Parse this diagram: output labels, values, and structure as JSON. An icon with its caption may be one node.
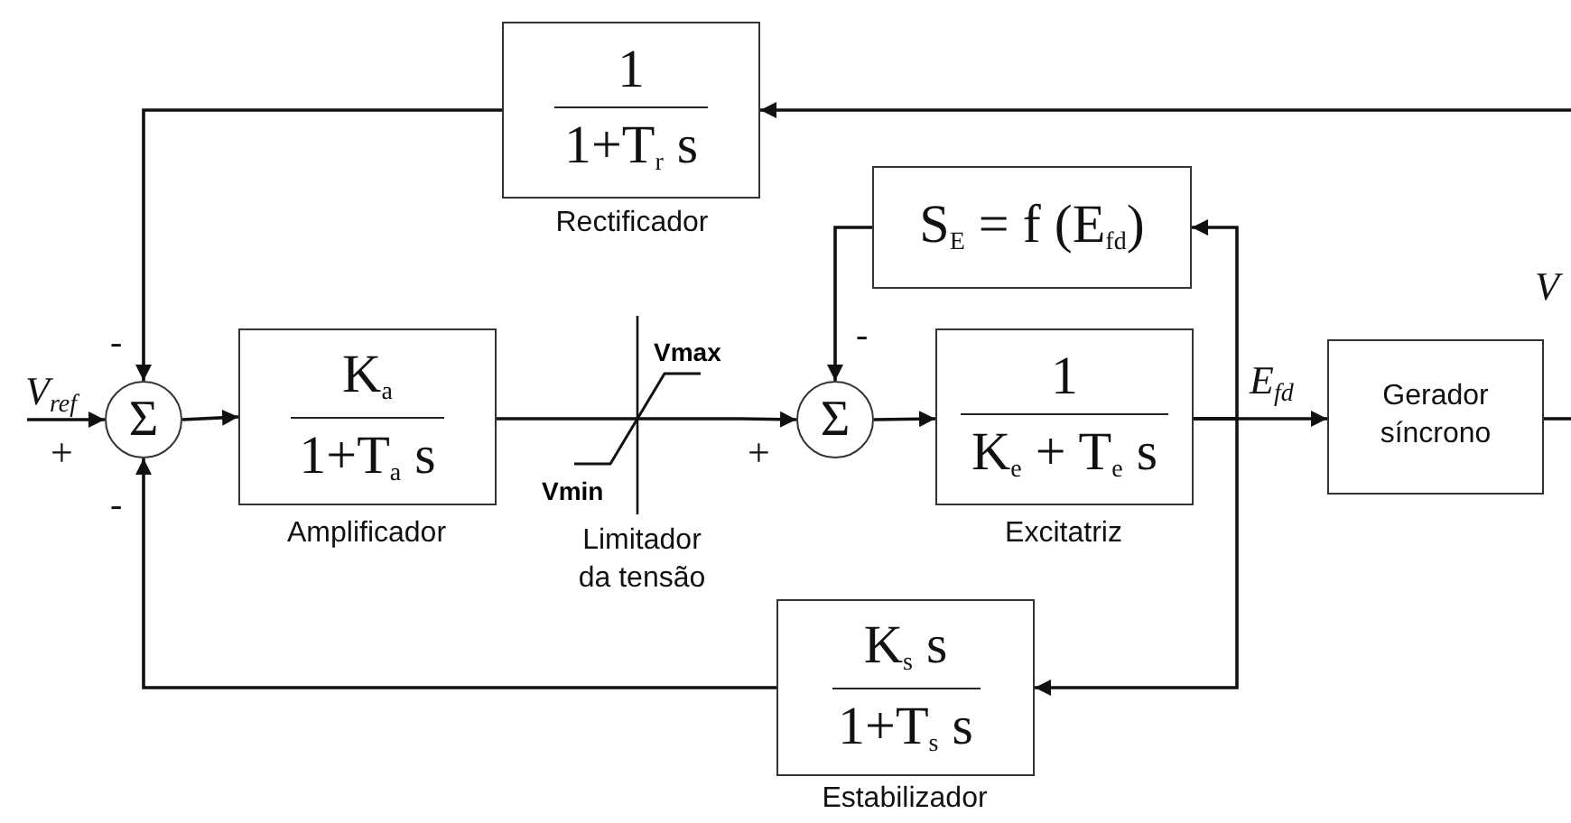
{
  "diagram": {
    "nodes": [
      {
        "text": [
          "1",
          "1+T$_{r}$ s"
        ],
        "beside": [
          "Rectificador"
        ]
      },
      {
        "text": [
          "Σ"
        ]
      },
      {
        "text": [
          "K$_{a}$",
          "1+T$_{a}$ s"
        ],
        "beside": [
          "Amplificador"
        ]
      },
      {
        "text": [
          "Vmax",
          "Vmin"
        ],
        "beside": [
          "Limitador da tensão"
        ]
      },
      {
        "text": [
          "S$_{E}$ = f (E$_{fd}$)"
        ]
      },
      {
        "text": [
          "Σ"
        ]
      },
      {
        "text": [
          "1",
          "K$_{e}$ + T$_{e}$ s"
        ],
        "beside": [
          "Excitatriz"
        ]
      },
      {
        "text": [
          "Gerador síncrono"
        ]
      },
      {
        "text": [
          "K$_{s}$ s",
          "1+T$_{s}$ s"
        ],
        "beside": [
          "Estabilizador"
        ]
      }
    ],
    "edges": [
      {
        "from": null,
        "to": 1,
        "arrow": "to",
        "label": "V$_{ref}$"
      },
      {
        "from": 1,
        "to": 2,
        "arrow": "to"
      },
      {
        "from": 2,
        "to": 3,
        "arrow": "none"
      },
      {
        "from": 3,
        "to": 5,
        "arrow": "to"
      },
      {
        "from": 5,
        "to": 6,
        "arrow": "to"
      },
      {
        "from": 6,
        "to": 7,
        "arrow": "to",
        "label": "E$_{fd}$"
      },
      {
        "from": 6,
        "to": 4,
        "arrow": "to"
      },
      {
        "from": 6,
        "to": 8,
        "arrow": "to"
      },
      {
        "from": 4,
        "to": 5,
        "arrow": "to"
      },
      {
        "from": 0,
        "to": 1,
        "arrow": "to"
      },
      {
        "from": 8,
        "to": 1,
        "arrow": "to"
      },
      {
        "from": 7,
        "to": null,
        "arrow": "none"
      },
      {
        "from": null,
        "to": 0,
        "arrow": "to"
      }
    ],
    "labels": [
      "V",
      "-",
      "-",
      "+",
      "+",
      "-"
    ]
  }
}
